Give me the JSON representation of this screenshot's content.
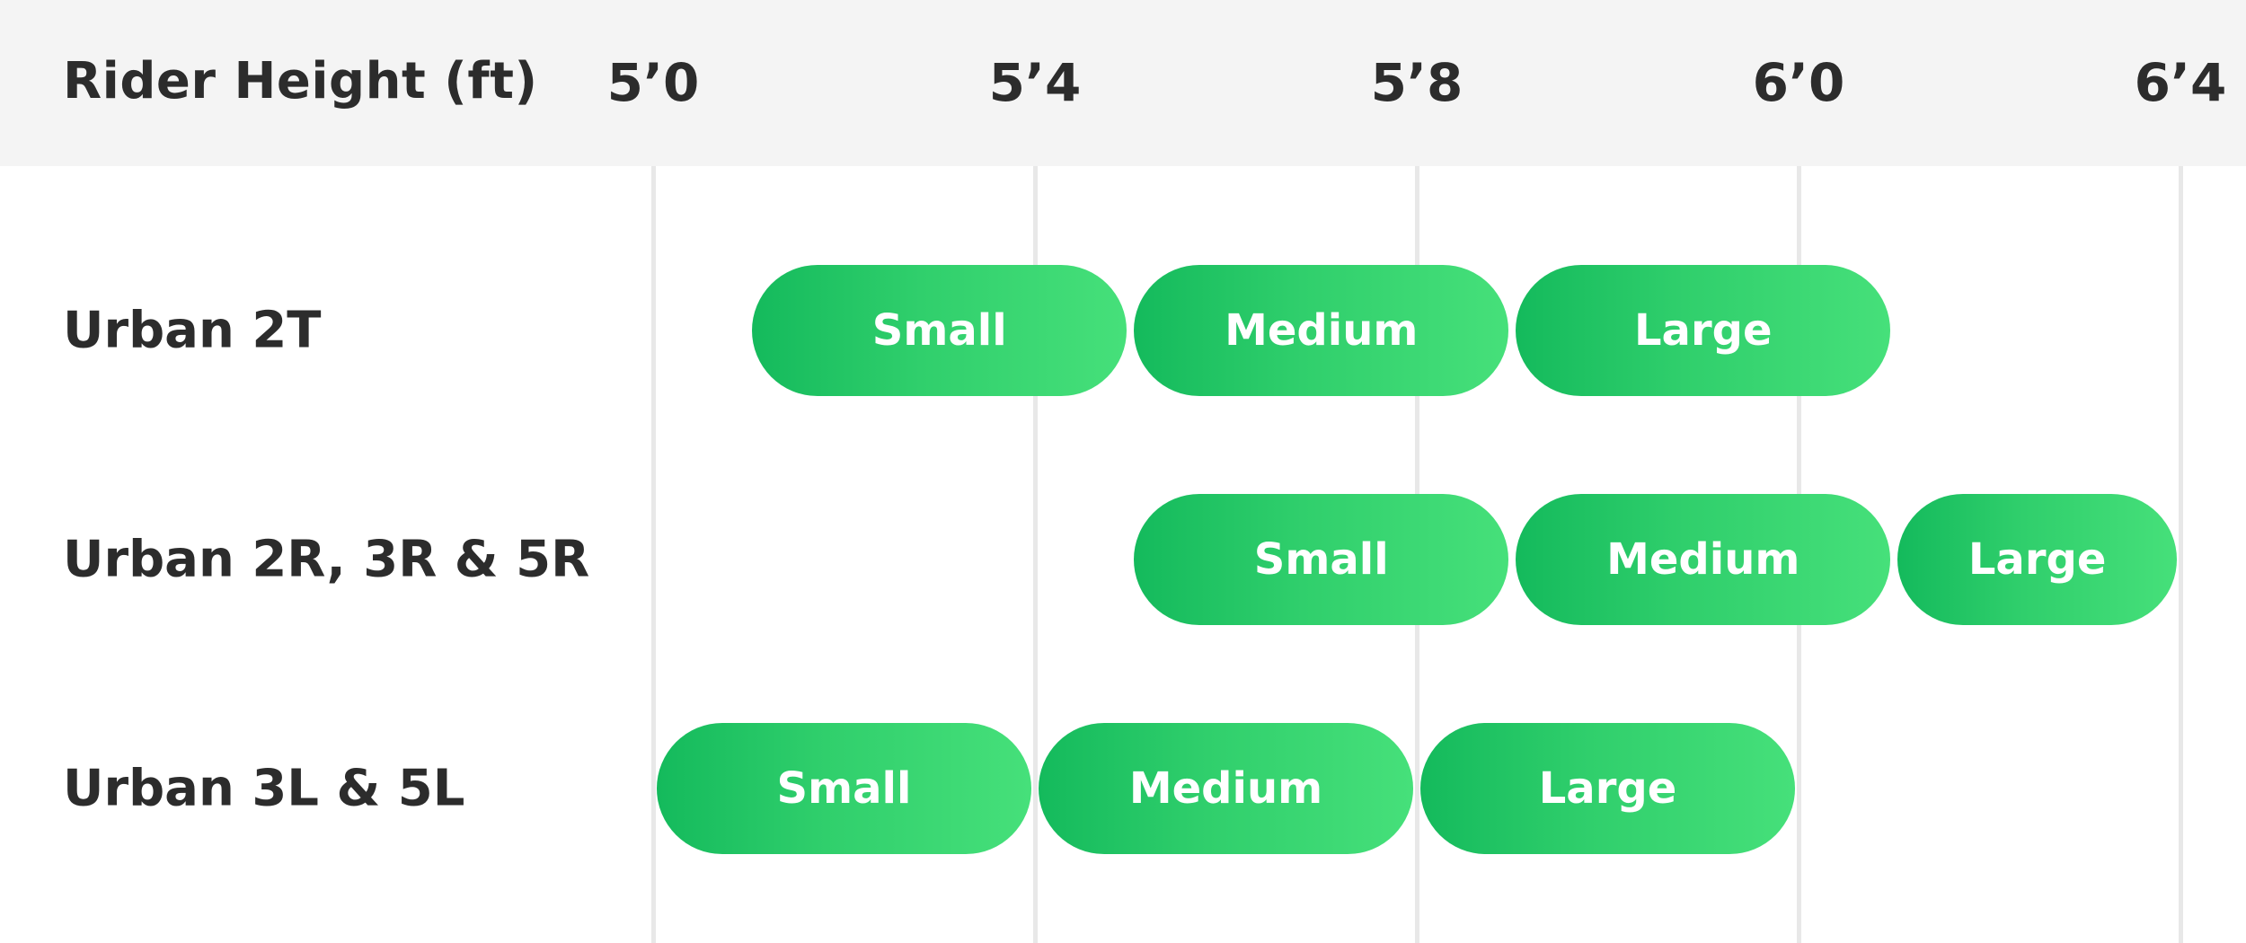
{
  "header": {
    "title": "Rider Height (ft)"
  },
  "chart_data": {
    "type": "range-bar",
    "title": "",
    "xlabel": "Rider Height (ft)",
    "x_ticks": [
      "5’0",
      "5’4",
      "5’8",
      "6’0",
      "6’4"
    ],
    "x_tick_values_in": [
      60,
      64,
      68,
      72,
      76
    ],
    "xlim_in": [
      60,
      76
    ],
    "grid": true,
    "colors": {
      "bar_start": "#14ba5c",
      "bar_end": "#46e07a",
      "label": "#ffffff",
      "header_bg": "#f4f4f4",
      "grid": "#e8e8e8"
    },
    "rows": [
      {
        "name": "Urban 2T",
        "bars": [
          {
            "label": "Small",
            "start_in": 61,
            "end_in": 65
          },
          {
            "label": "Medium",
            "start_in": 65,
            "end_in": 69
          },
          {
            "label": "Large",
            "start_in": 69,
            "end_in": 73
          }
        ]
      },
      {
        "name": "Urban 2R, 3R & 5R",
        "bars": [
          {
            "label": "Small",
            "start_in": 65,
            "end_in": 69
          },
          {
            "label": "Medium",
            "start_in": 69,
            "end_in": 73
          },
          {
            "label": "Large",
            "start_in": 73,
            "end_in": 76
          }
        ]
      },
      {
        "name": "Urban 3L & 5L",
        "bars": [
          {
            "label": "Small",
            "start_in": 60,
            "end_in": 64
          },
          {
            "label": "Medium",
            "start_in": 64,
            "end_in": 68
          },
          {
            "label": "Large",
            "start_in": 68,
            "end_in": 72
          }
        ]
      }
    ]
  }
}
